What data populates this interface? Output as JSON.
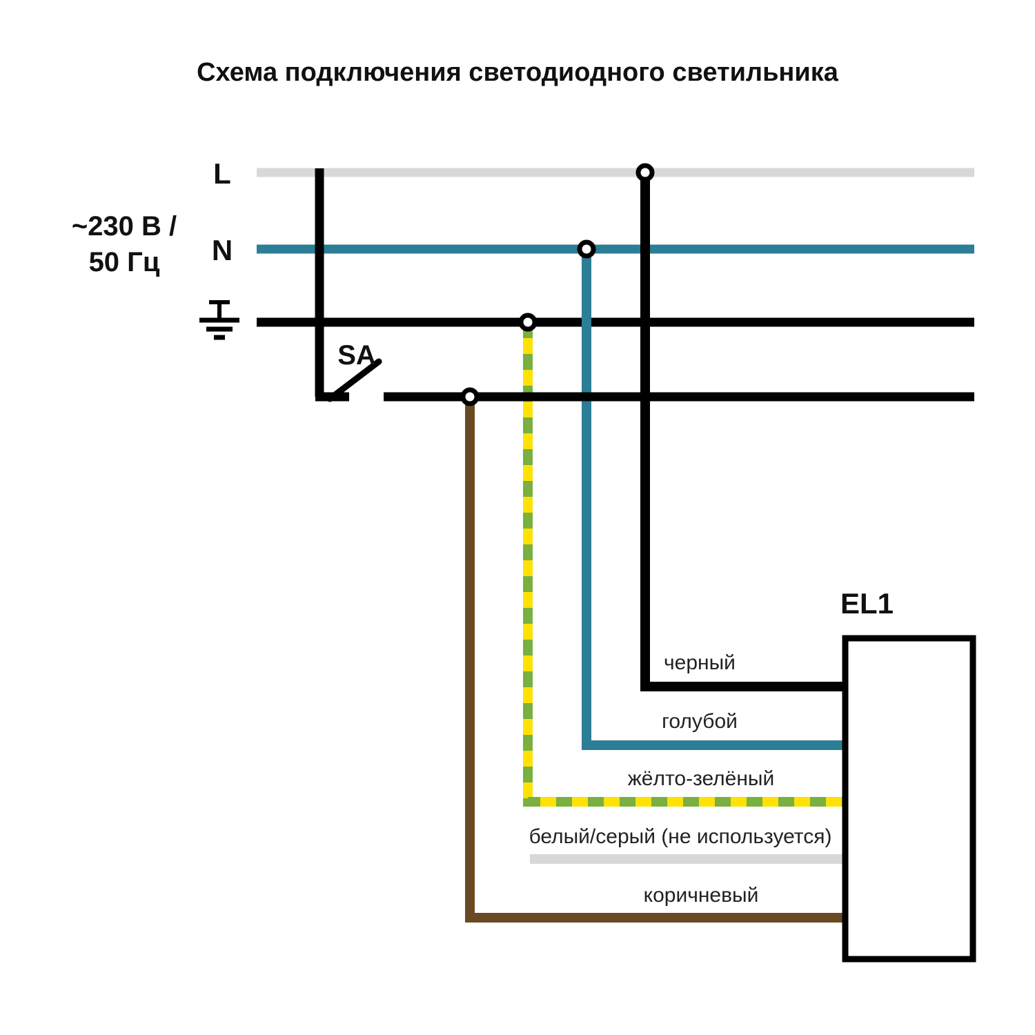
{
  "title": "Схема подключения светодиодного светильника",
  "supply": {
    "phase_label": "L",
    "neutral_label": "N",
    "voltage_line1": "~230 В /",
    "voltage_line2": "50 Гц"
  },
  "switch_label": "SA",
  "luminaire_label": "EL1",
  "wire_labels": {
    "black": "черный",
    "blue": "голубой",
    "yellow_green": "жёлто-зелёный",
    "white_gray": "белый/серый (не используется)",
    "brown": "коричневый"
  },
  "colors": {
    "gray": "#d8d8d8",
    "teal": "#2c7d96",
    "black": "#000000",
    "yellow": "#ffe105",
    "green": "#79b03f",
    "brown": "#6a4a24",
    "text": "#222222"
  }
}
